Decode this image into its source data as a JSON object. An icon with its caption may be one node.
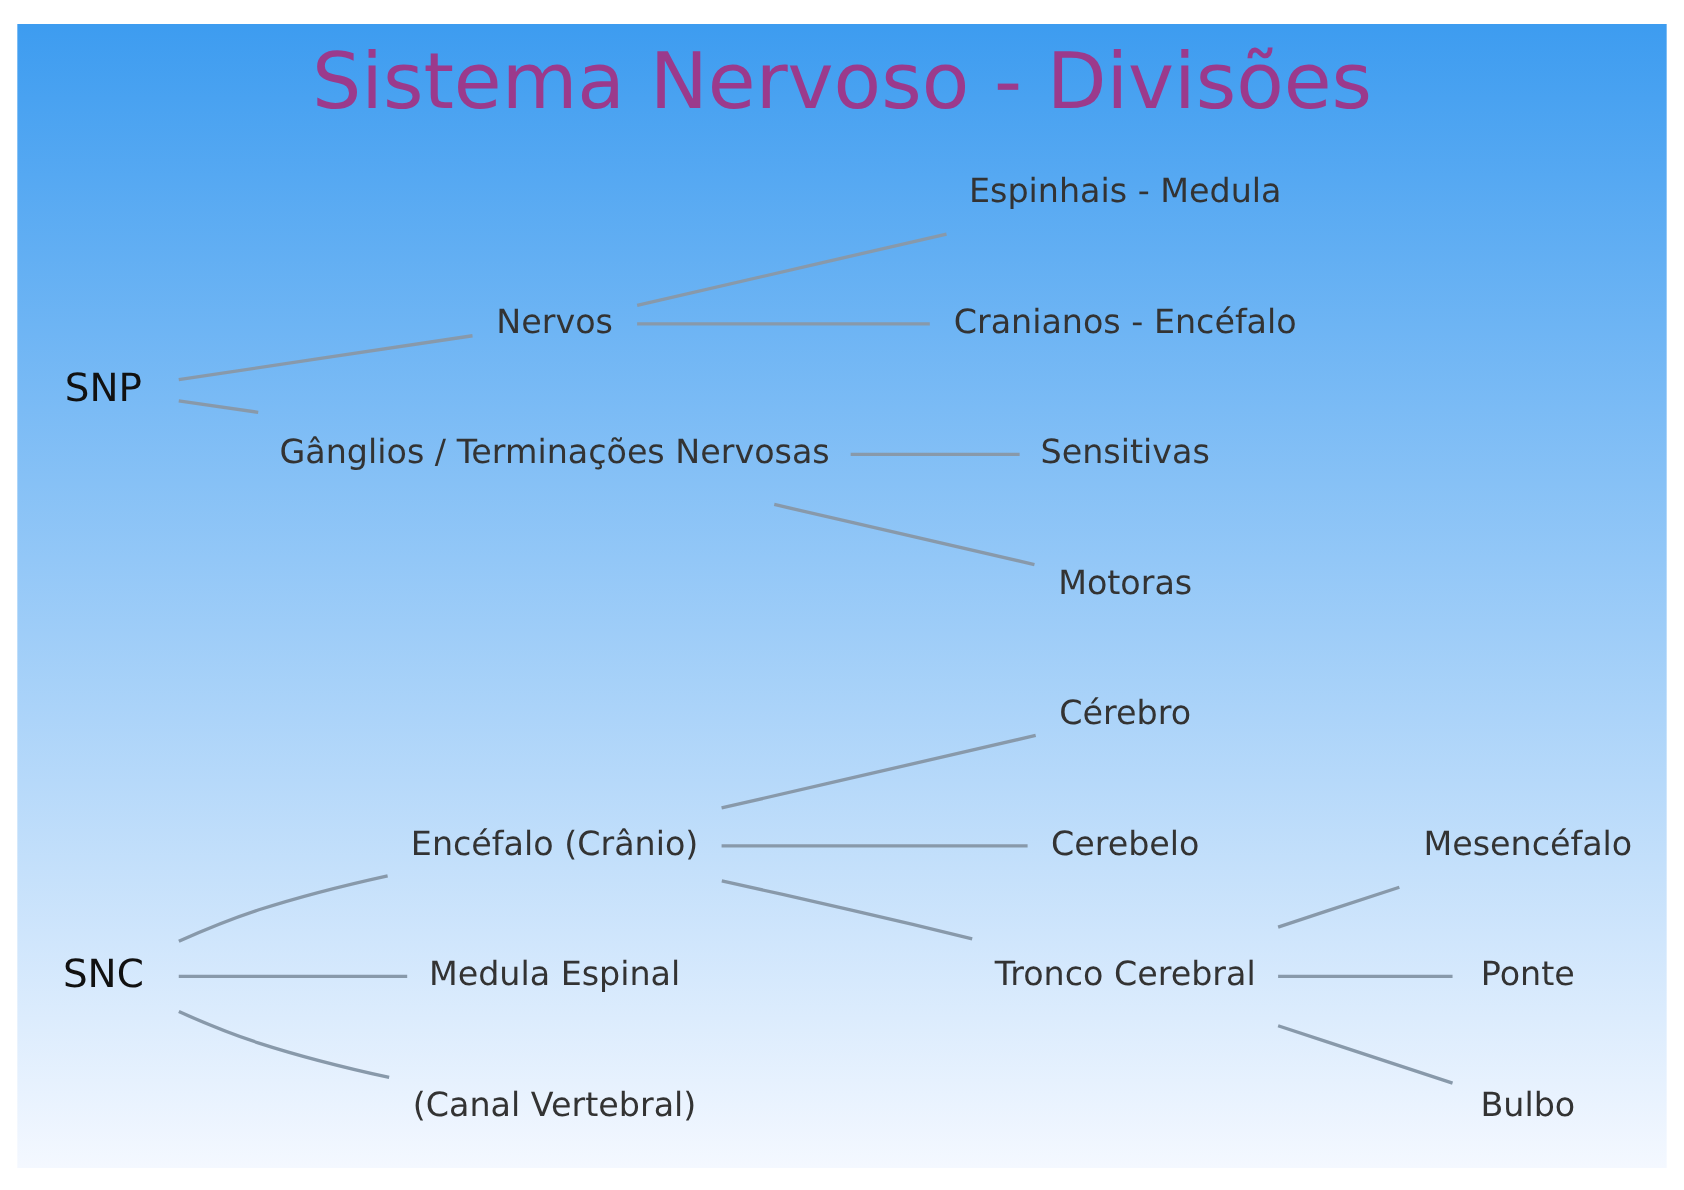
{
  "diagram": {
    "title": "Sistema Nervoso - Divisões",
    "nodes": [
      {
        "text": [
          "SNC"
        ]
      },
      {
        "text": [
          "Encéfalo (Crânio)"
        ]
      },
      {
        "text": [
          "Medula Espinal"
        ]
      },
      {
        "text": [
          "(Canal Vertebral)"
        ]
      },
      {
        "text": [
          "Cérebro"
        ]
      },
      {
        "text": [
          "Cerebelo"
        ]
      },
      {
        "text": [
          "Tronco Cerebral"
        ]
      },
      {
        "text": [
          "Mesencéfalo"
        ]
      },
      {
        "text": [
          "Ponte"
        ]
      },
      {
        "text": [
          "Bulbo"
        ]
      },
      {
        "text": [
          "SNP"
        ]
      },
      {
        "text": [
          "Nervos"
        ]
      },
      {
        "text": [
          "Espinhais - Medula"
        ]
      },
      {
        "text": [
          "Cranianos - Encéfalo"
        ]
      },
      {
        "text": [
          "Gânglios / Terminações Nervosas"
        ]
      },
      {
        "text": [
          "Sensitivas"
        ]
      },
      {
        "text": [
          "Motoras"
        ]
      }
    ],
    "edges": [
      {
        "from": 0,
        "to": 1,
        "arrow": "none"
      },
      {
        "from": 0,
        "to": 2,
        "arrow": "none"
      },
      {
        "from": 0,
        "to": 3,
        "arrow": "none"
      },
      {
        "from": 1,
        "to": 4,
        "arrow": "none"
      },
      {
        "from": 1,
        "to": 5,
        "arrow": "none"
      },
      {
        "from": 1,
        "to": 6,
        "arrow": "none"
      },
      {
        "from": 6,
        "to": 7,
        "arrow": "none"
      },
      {
        "from": 6,
        "to": 8,
        "arrow": "none"
      },
      {
        "from": 6,
        "to": 9,
        "arrow": "none"
      },
      {
        "from": 10,
        "to": 11,
        "arrow": "none"
      },
      {
        "from": 10,
        "to": 14,
        "arrow": "none"
      },
      {
        "from": 11,
        "to": 12,
        "arrow": "none"
      },
      {
        "from": 11,
        "to": 13,
        "arrow": "none"
      },
      {
        "from": 14,
        "to": 15,
        "arrow": "none"
      },
      {
        "from": 14,
        "to": 16,
        "arrow": "none"
      }
    ]
  }
}
